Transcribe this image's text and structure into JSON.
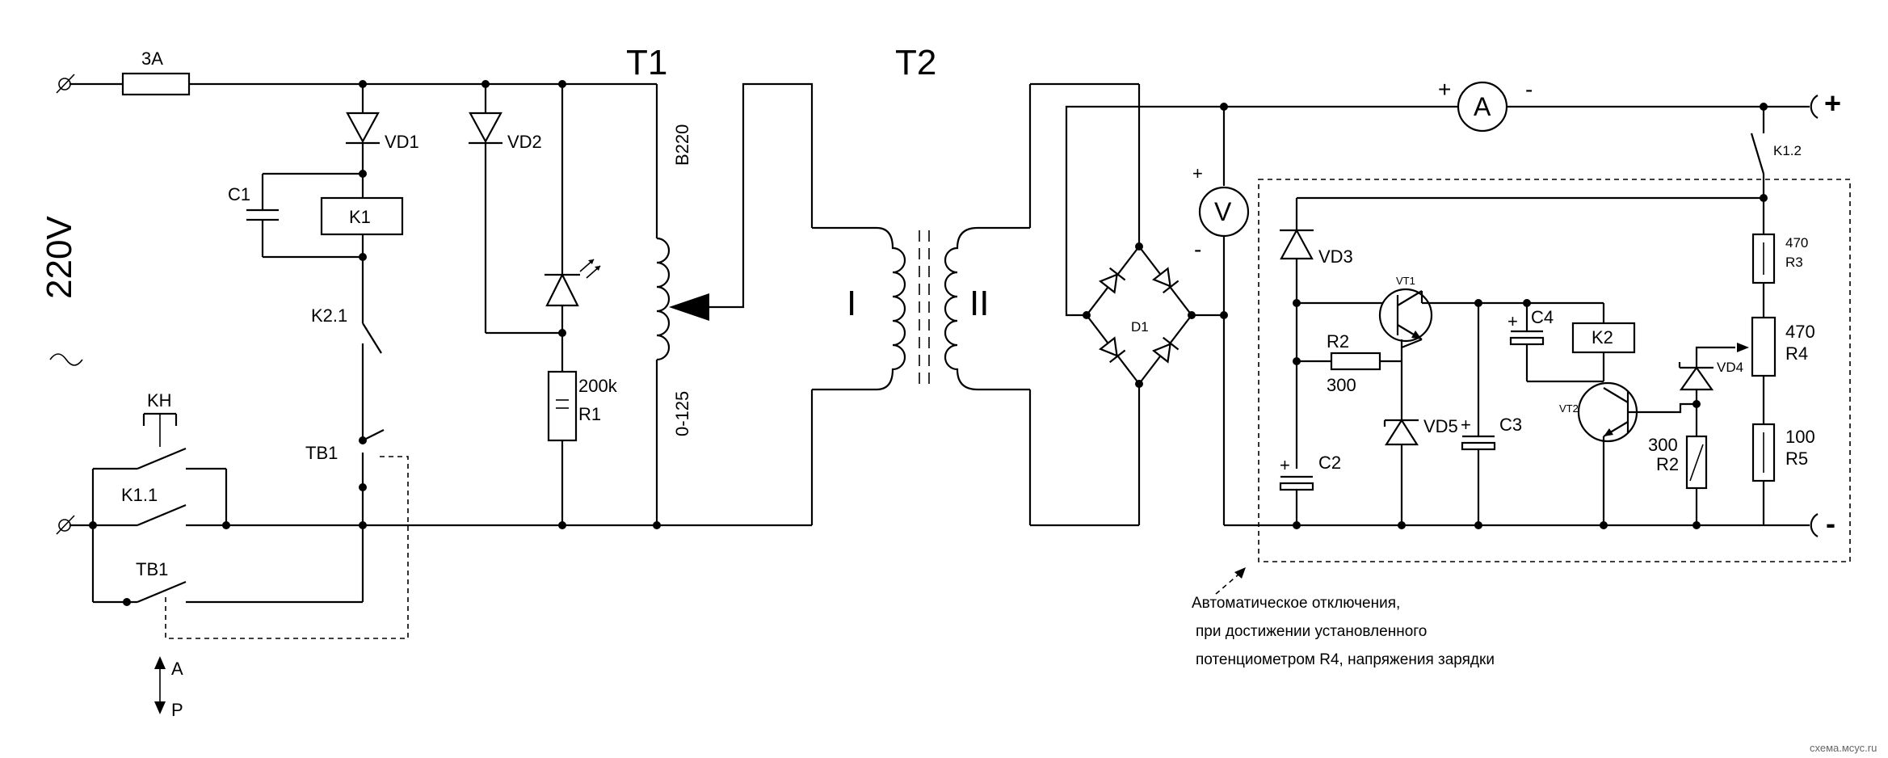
{
  "labels": {
    "fuse": "3A",
    "voltage": "220V",
    "t1": "T1",
    "t2": "T2",
    "vd1": "VD1",
    "vd2": "VD2",
    "c1": "C1",
    "k1": "K1",
    "k21": "K2.1",
    "kn": "KH",
    "k11": "K1.1",
    "tb1_top": "TB1",
    "tb1_bottom": "TB1",
    "r1_value": "200k",
    "r1": "R1",
    "tap_top": "B220",
    "tap_bottom": "0-125",
    "winding1": "I",
    "winding2": "II",
    "d1": "D1",
    "ammeter": "A",
    "voltmeter": "V",
    "plus": "+",
    "minus": "-",
    "k12": "K1.2",
    "vd3": "VD3",
    "vt1": "VT1",
    "c4": "C4",
    "k2": "K2",
    "r2": "R2",
    "r2_value": "300",
    "vd5": "VD5",
    "c3": "C3",
    "vt2": "VT2",
    "vd4": "VD4",
    "r2b_value": "300",
    "r2b": "R2",
    "c2": "C2",
    "r3_value": "470",
    "r3": "R3",
    "r4_value": "470",
    "r4": "R4",
    "r5_value": "100",
    "r5": "R5",
    "mode_a": "A",
    "mode_p": "P"
  },
  "note": {
    "line1": "Автоматическое отключения,",
    "line2": "при достижении установленного",
    "line3": "потенциометром R4, напряжения зарядки"
  },
  "watermark": "схема.мсус.ru",
  "icons": {
    "plug": "plug-terminal-icon",
    "diode": "diode-icon",
    "zener": "zener-diode-icon",
    "led": "led-icon",
    "transistor": "npn-transistor-icon"
  }
}
